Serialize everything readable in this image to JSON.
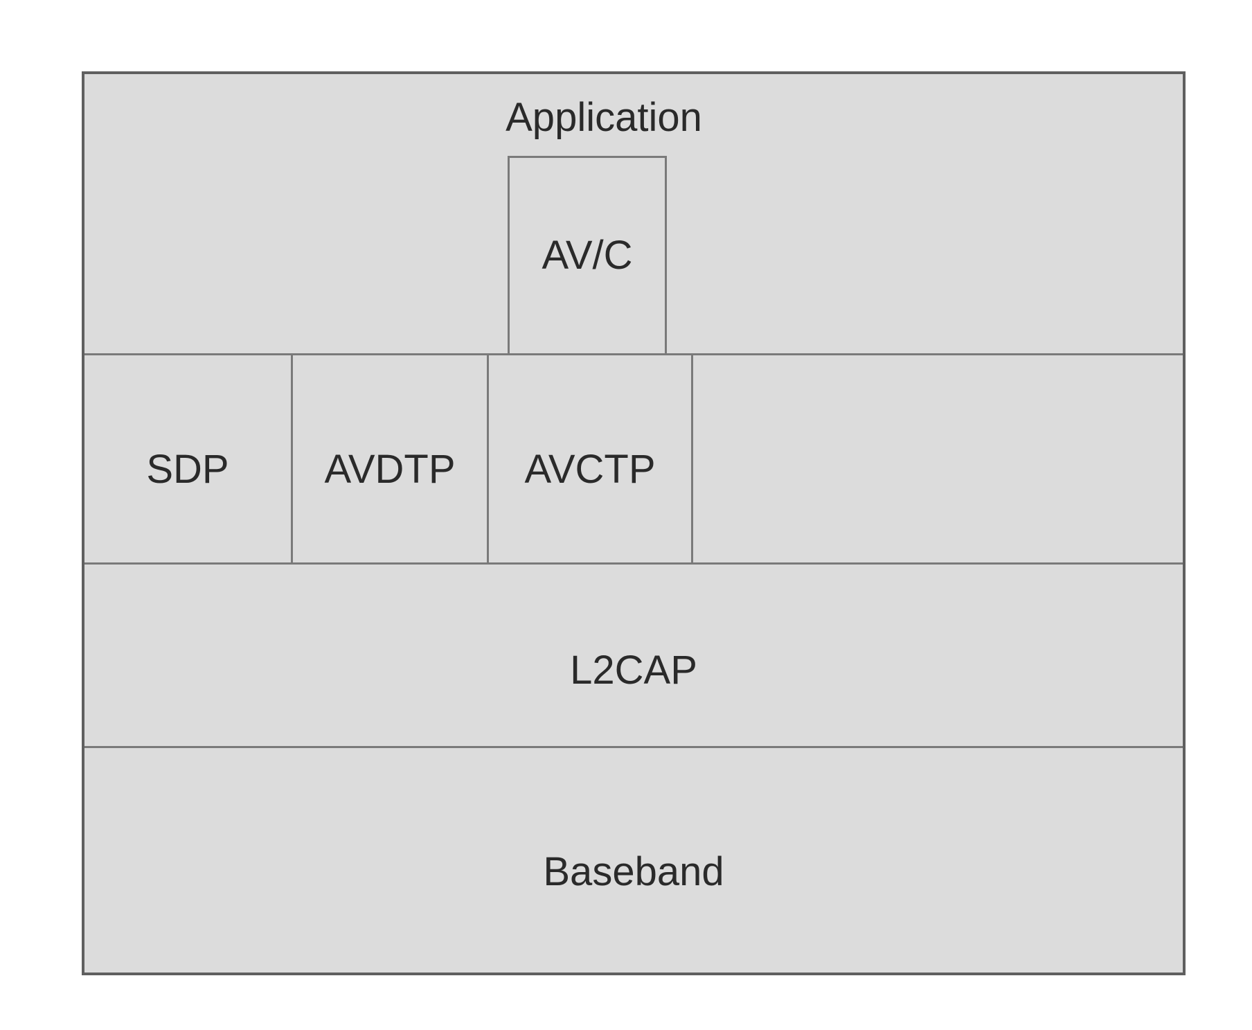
{
  "diagram": {
    "type": "protocol-stack",
    "description": "Bluetooth audio/video protocol stack block diagram",
    "layers": {
      "application": {
        "label": "Application"
      },
      "avc": {
        "label": "AV/C"
      },
      "sdp": {
        "label": "SDP"
      },
      "avdtp": {
        "label": "AVDTP"
      },
      "avctp": {
        "label": "AVCTP"
      },
      "l2cap": {
        "label": "L2CAP"
      },
      "baseband": {
        "label": "Baseband"
      }
    },
    "colors": {
      "fill": "#dcdcdc",
      "line": "#7a7a7a",
      "outer_border": "#5f5f5f",
      "text": "#2a2a2a",
      "background": "#ffffff"
    }
  }
}
